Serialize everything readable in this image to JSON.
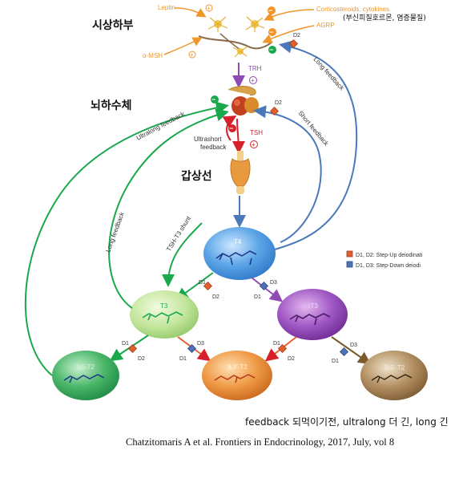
{
  "regions": {
    "hypothalamus": "시상하부",
    "pituitary": "뇌하수체",
    "thyroid": "갑상선"
  },
  "inputs": {
    "leptin": "Leptin",
    "amsh": "α-MSH",
    "cortico": "Corticosteroids, cytokines",
    "cortico_note": "(부신피질호르몬, 염증물질)",
    "agrp": "AGRP"
  },
  "hormones": {
    "trh": "TRH",
    "tsh": "TSH",
    "t4": "T4",
    "t3": "T3",
    "rt3": "rT3",
    "t2_35": "3,5-T2",
    "t2_33": "3,3'-T2",
    "t2_35p": "3',5'-T2"
  },
  "symbols": {
    "plus": "+",
    "minus": "−"
  },
  "feedback": {
    "ultrashort": "Ultrashort",
    "ultrashort2": "feedback",
    "short": "Short feedback",
    "long": "Long feedback",
    "ultralong": "Ultralong feedback",
    "shunt": "TSH-T3 shunt"
  },
  "enzymes": {
    "d1": "D1",
    "d2": "D2",
    "d3": "D3"
  },
  "legend": {
    "stepup": "D1, D2: Step-Up deiodinati",
    "stepdown": "D1, D3: Step-Down deiodi"
  },
  "caption": {
    "note": "feedback 되먹이기전, ultralong 더 긴, long 긴",
    "citation": "Chatzitomaris A et al. Frontiers in Endocrinology, 2017, July, vol 8"
  },
  "colors": {
    "orange": "#f0962a",
    "purple": "#8e4bb5",
    "red": "#d6202a",
    "green": "#1aa84c",
    "blue": "#4a78bb",
    "stepup": "#e2602f",
    "stepdown": "#4e72b8"
  }
}
